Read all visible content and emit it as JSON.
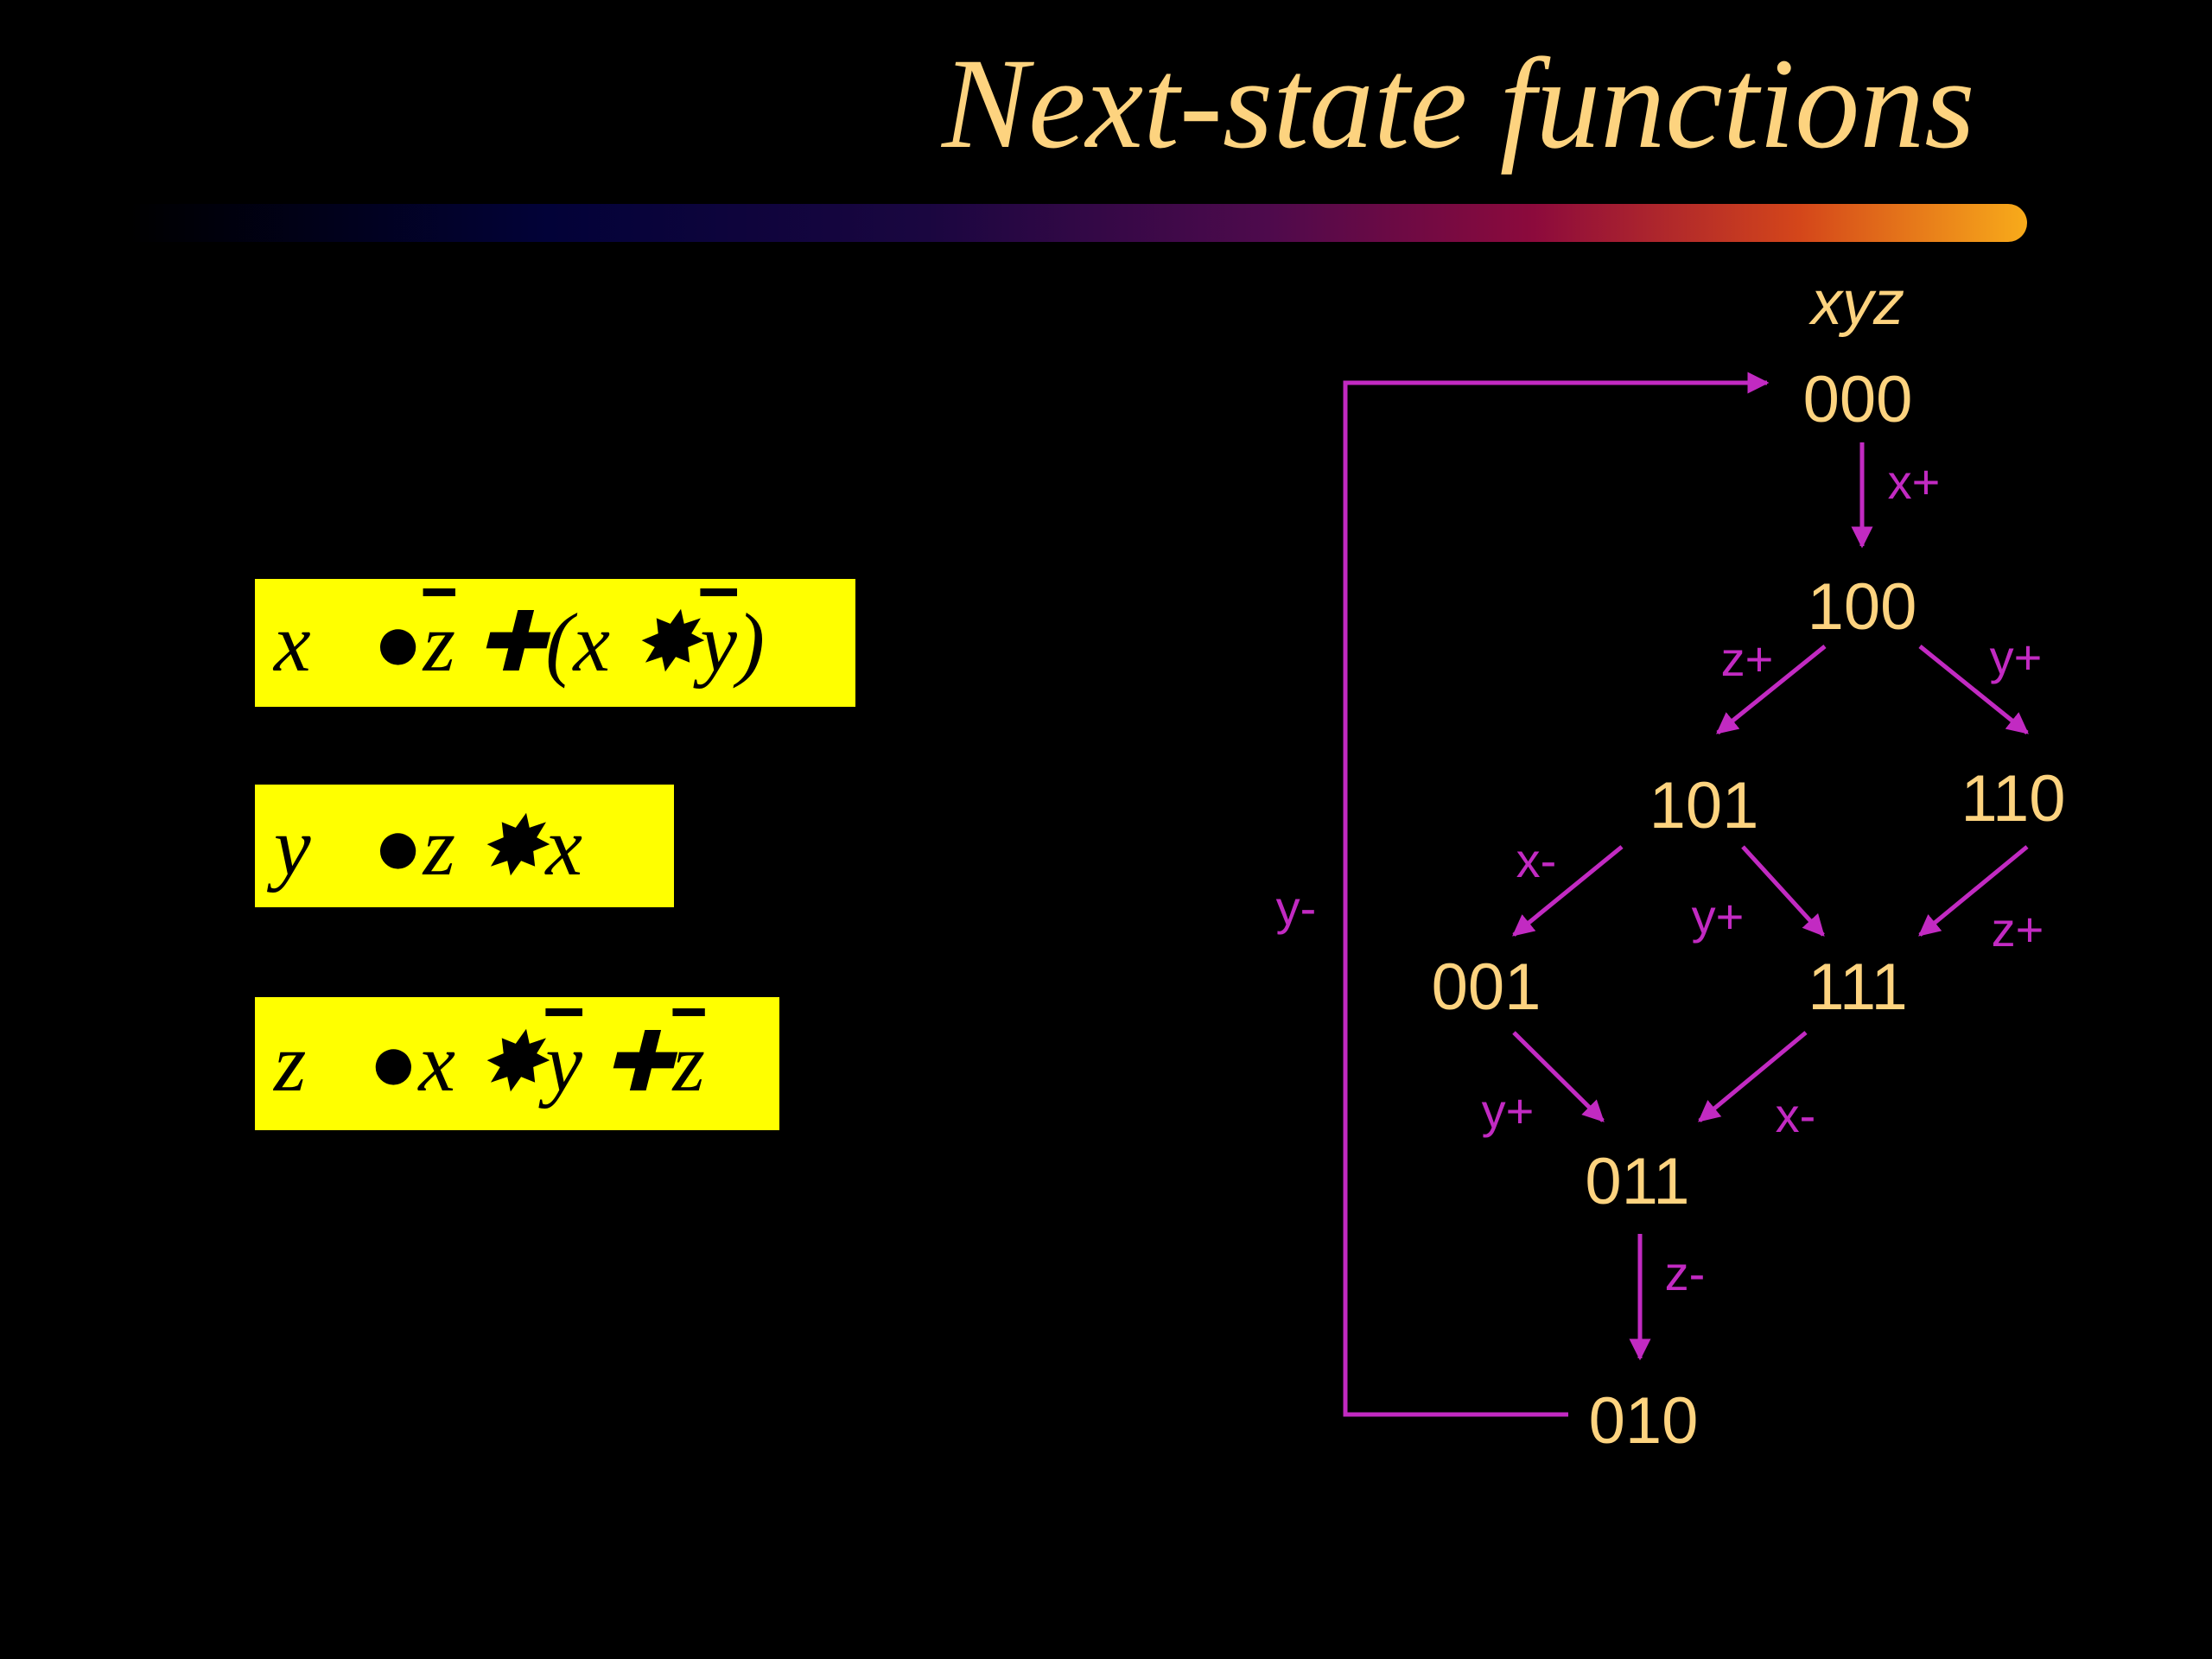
{
  "title": "Next-state functions",
  "equations": [
    {
      "lhs": "x",
      "op": "●",
      "p1": "z",
      "p2": "(x",
      "p3": "y",
      "p4": ")"
    },
    {
      "lhs": "y",
      "op": "●",
      "p1": "z",
      "p2": "x"
    },
    {
      "lhs": "z",
      "op": "●",
      "p1": "x",
      "p2": "y",
      "p3": "z"
    }
  ],
  "diagram": {
    "header": "xyz",
    "states": {
      "s000": "000",
      "s100": "100",
      "s101": "101",
      "s110": "110",
      "s001": "001",
      "s111": "111",
      "s011": "011",
      "s010": "010"
    },
    "labels": {
      "e000_100": "x+",
      "e100_101": "z+",
      "e100_110": "y+",
      "e101_001": "x-",
      "e101_111": "y+",
      "e110_111": "z+",
      "e001_011": "y+",
      "e111_011": "x-",
      "e011_010": "z-",
      "e010_000": "y-"
    }
  },
  "colors": {
    "background": "#000000",
    "title": "#fdd37f",
    "state_text": "#fdd37f",
    "edge": "#c22ac2",
    "equation_box": "#ffff00"
  }
}
